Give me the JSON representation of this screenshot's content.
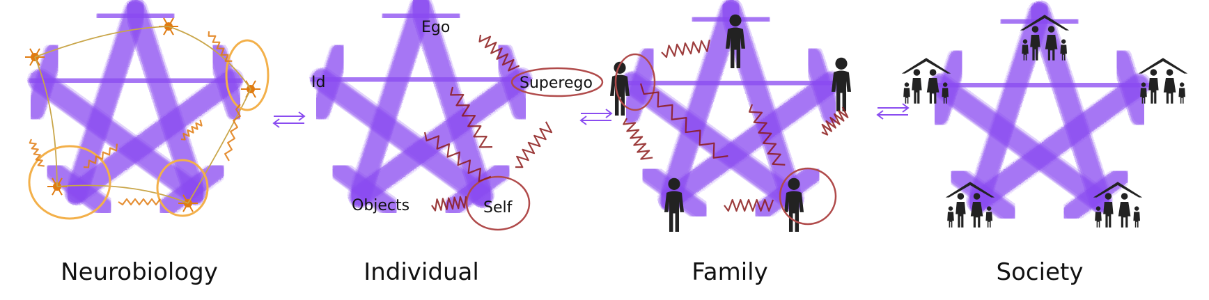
{
  "panels": [
    {
      "id": "neurobiology",
      "caption": "Neurobiology",
      "labels": []
    },
    {
      "id": "individual",
      "caption": "Individual",
      "labels": {
        "ego": "Ego",
        "id": "Id",
        "superego": "Superego",
        "objects": "Objects",
        "self": "Self"
      }
    },
    {
      "id": "family",
      "caption": "Family",
      "labels": []
    },
    {
      "id": "society",
      "caption": "Society",
      "labels": []
    }
  ],
  "connectors": [
    {
      "icon": "bidirectional-arrows-icon"
    },
    {
      "icon": "bidirectional-arrows-icon"
    },
    {
      "icon": "bidirectional-arrows-icon"
    }
  ],
  "colors": {
    "star": "#8a4cf0",
    "neuron": "#e07b10",
    "neuron_ring": "#f3b04a",
    "zigzag": "#8b1a1a",
    "ring_red": "#b04a4a",
    "figure": "#222222",
    "arrow": "#8a4cf0"
  }
}
